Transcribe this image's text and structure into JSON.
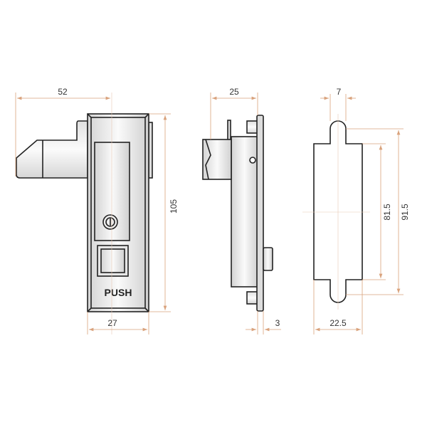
{
  "colors": {
    "dimension": "#d9a27c",
    "outline": "#222222",
    "metal_light": "#f4f4f4",
    "metal_dark": "#cfcfcf"
  },
  "front_view": {
    "button_label": "PUSH",
    "dims": {
      "handle_reach": "52",
      "height": "105",
      "width": "27"
    }
  },
  "side_view": {
    "dims": {
      "depth": "25",
      "plate_thickness": "3"
    }
  },
  "cutout_view": {
    "dims": {
      "tab_width": "7",
      "body_height": "81.5",
      "total_height": "91.5",
      "width": "22.5"
    }
  }
}
